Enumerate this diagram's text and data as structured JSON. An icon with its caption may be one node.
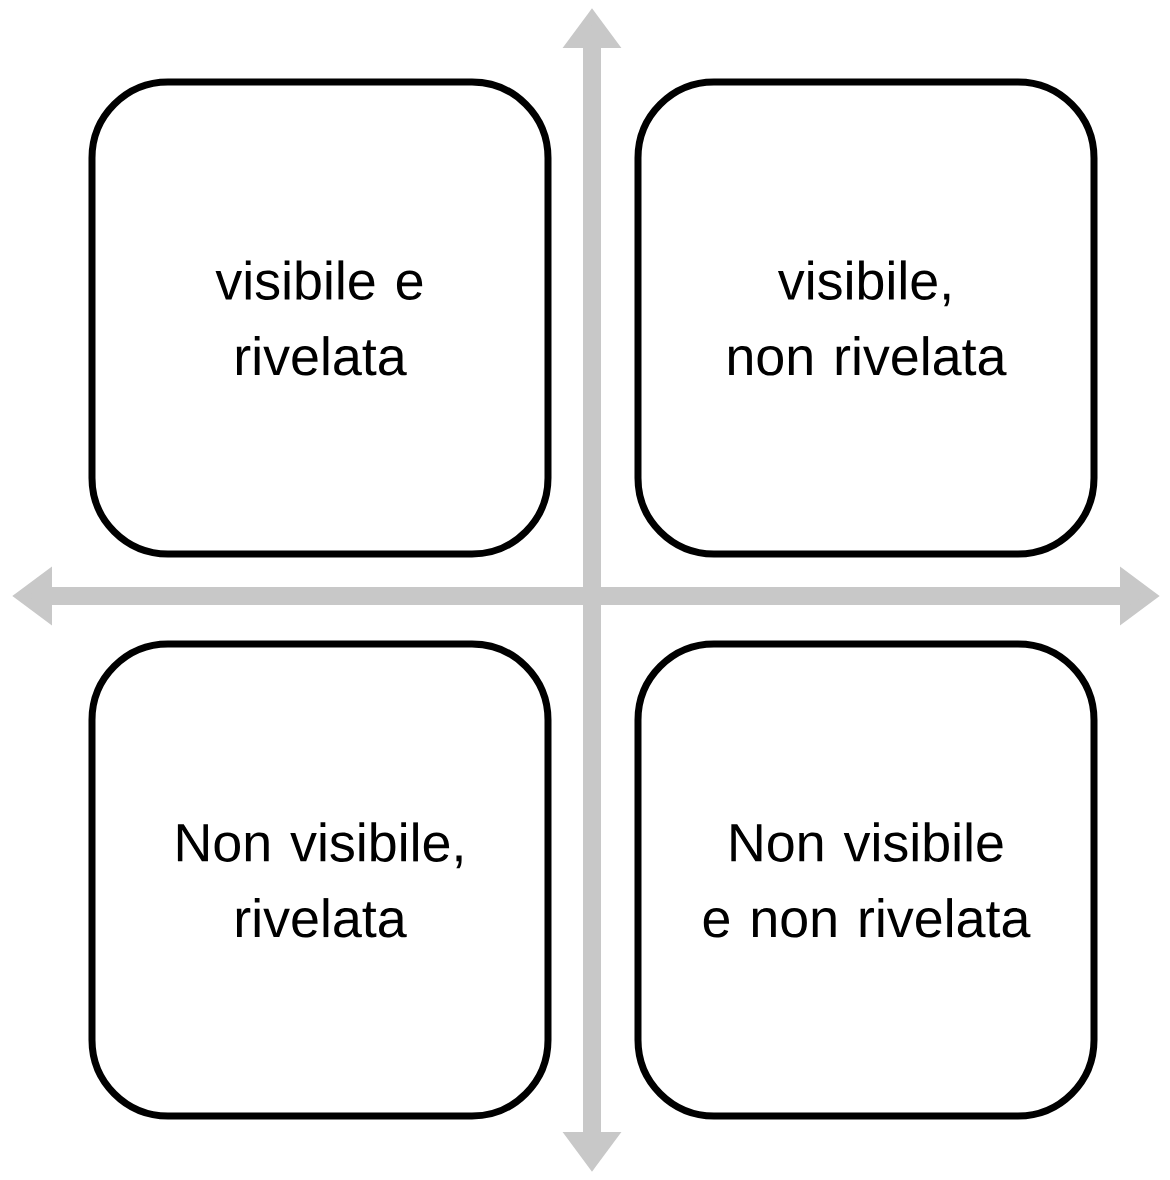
{
  "diagram": {
    "nodes": [
      {
        "text": [
          "visibile e rivelata"
        ]
      },
      {
        "text": [
          "visibile, non rivelata"
        ]
      },
      {
        "text": [
          "Non visibile, rivelata"
        ]
      },
      {
        "text": [
          "Non visibile e non rivelata"
        ]
      }
    ]
  }
}
